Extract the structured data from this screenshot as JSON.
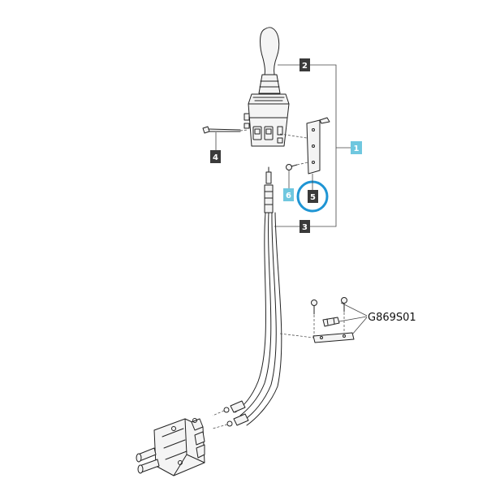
{
  "callouts": {
    "c1": "1",
    "c2": "2",
    "c3": "3",
    "c4": "4",
    "c5": "5",
    "c6": "6"
  },
  "reference": {
    "code": "G869S01"
  },
  "colors": {
    "callout_dark": "#3a3a3a",
    "callout_cyan": "#6fc7df",
    "highlight_ring": "#1f95d4",
    "line": "#222222"
  }
}
